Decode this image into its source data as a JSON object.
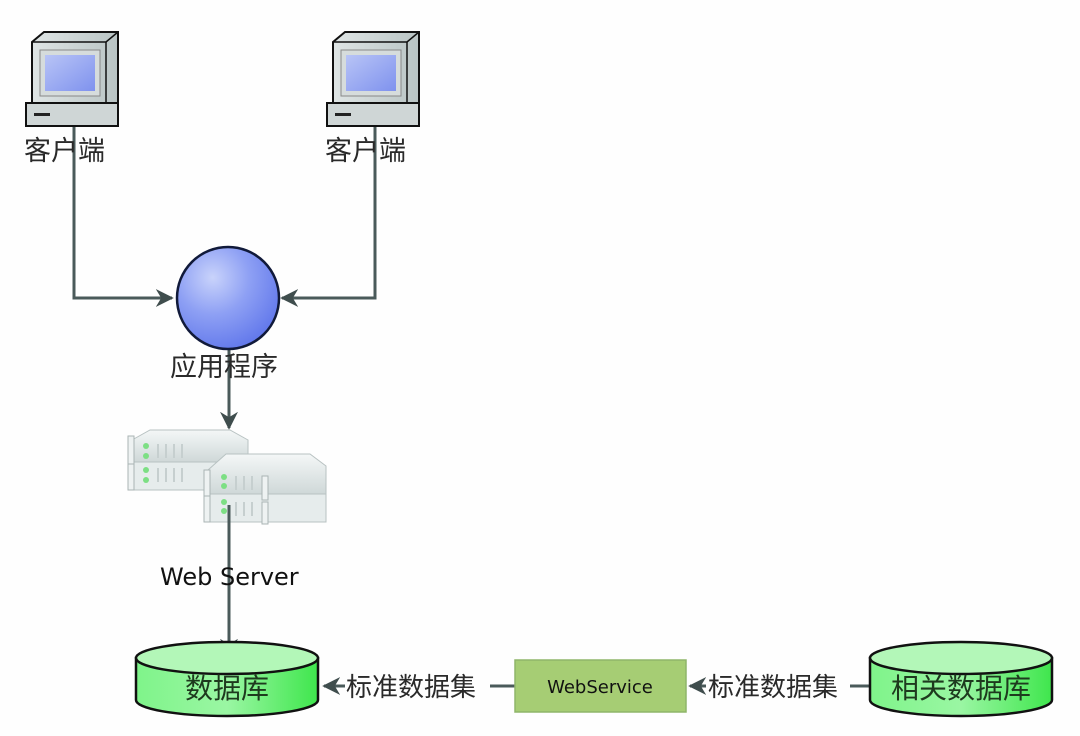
{
  "diagram": {
    "nodes": {
      "client_left": {
        "label": "客户端",
        "type": "computer"
      },
      "client_right": {
        "label": "客户端",
        "type": "computer"
      },
      "application": {
        "label": "应用程序",
        "type": "circle"
      },
      "web_server": {
        "label": "Web Server",
        "type": "server-rack"
      },
      "database": {
        "label": "数据库",
        "type": "cylinder"
      },
      "webservice": {
        "label": "WebService",
        "type": "box"
      },
      "related_database": {
        "label": "相关数据库",
        "type": "cylinder"
      }
    },
    "edges": [
      {
        "from": "client_left",
        "to": "application"
      },
      {
        "from": "client_right",
        "to": "application"
      },
      {
        "from": "application",
        "to": "web_server"
      },
      {
        "from": "web_server",
        "to": "database"
      },
      {
        "from": "webservice",
        "to": "database",
        "label": "标准数据集"
      },
      {
        "from": "related_database",
        "to": "webservice",
        "label": "标准数据集"
      }
    ],
    "edge_labels": {
      "left": "标准数据集",
      "right": "标准数据集"
    },
    "colors": {
      "line": "#4a5a5a",
      "app_circle": "#6f86f0",
      "db_fill": "#5ff06a",
      "db_top": "#a8f5ad",
      "webservice_fill": "#a4cc72",
      "screen": "#8a9cf0"
    }
  }
}
